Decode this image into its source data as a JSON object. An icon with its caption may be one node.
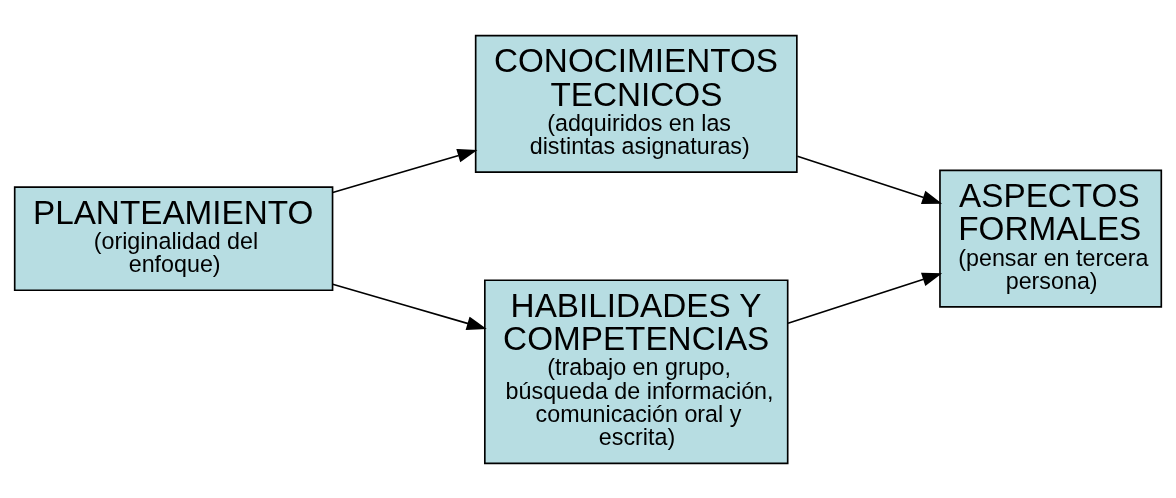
{
  "diagram": {
    "nodes": [
      {
        "text": [
          "PLANTEAMIENTO",
          "(originalidad del enfoque)"
        ]
      },
      {
        "text": [
          "CONOCIMIENTOS TECNICOS",
          "(adquiridos en las distintas asignaturas)"
        ]
      },
      {
        "text": [
          "HABILIDADES Y COMPETENCIAS",
          "(trabajo en grupo, búsqueda de información, comunicación oral y escrita)"
        ]
      },
      {
        "text": [
          "ASPECTOS FORMALES",
          "(pensar en tercera persona)"
        ]
      }
    ],
    "edges": [
      {
        "from": 0,
        "to": 1,
        "arrow": "to"
      },
      {
        "from": 0,
        "to": 2,
        "arrow": "to"
      },
      {
        "from": 1,
        "to": 3,
        "arrow": "to"
      },
      {
        "from": 2,
        "to": 3,
        "arrow": "to"
      }
    ]
  }
}
